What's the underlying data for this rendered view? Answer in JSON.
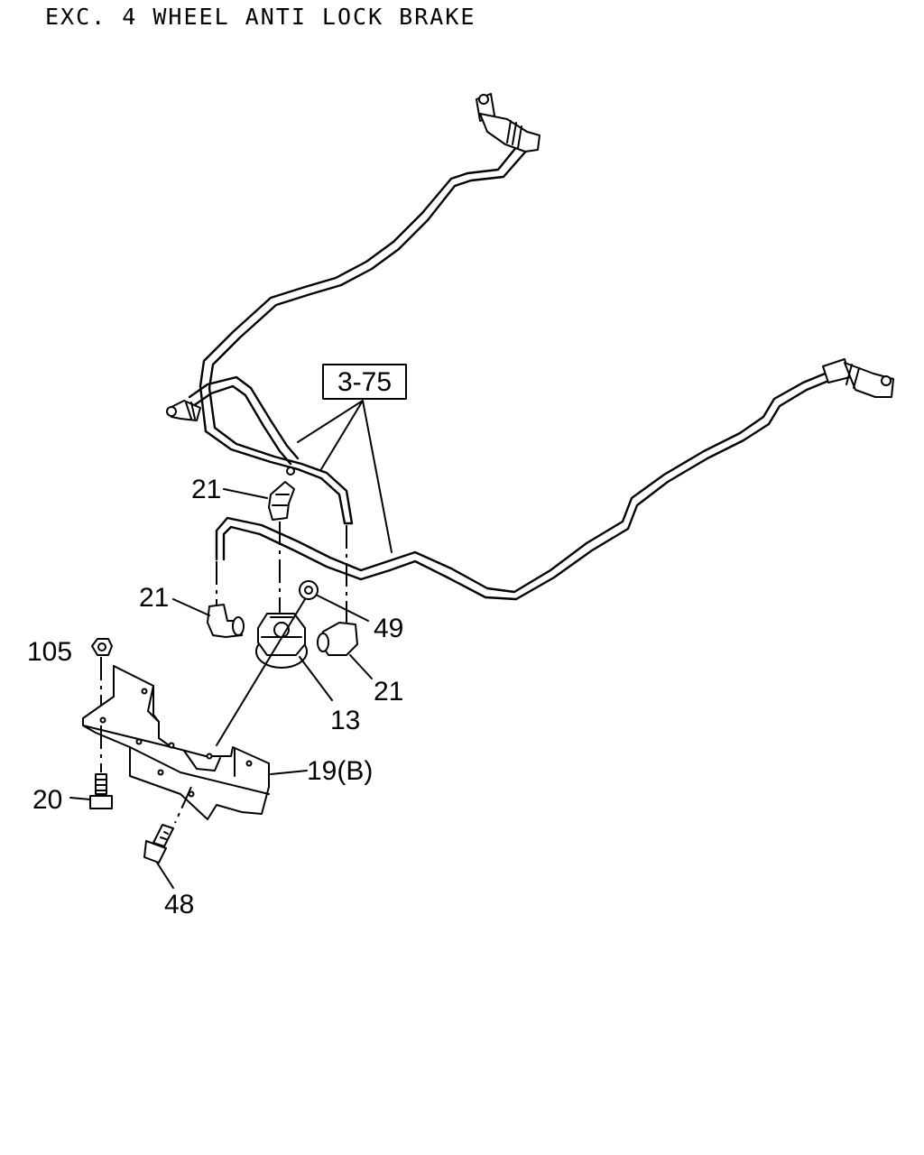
{
  "header": {
    "title": "EXC. 4 WHEEL ANTI LOCK BRAKE"
  },
  "callouts": {
    "ref_box": "3-75",
    "fitting_top": "21",
    "fitting_left": "21",
    "fitting_right": "21",
    "washer": "49",
    "valve": "13",
    "nut": "105",
    "bracket": "19(B)",
    "bolt_small": "20",
    "bolt_large": "48"
  }
}
